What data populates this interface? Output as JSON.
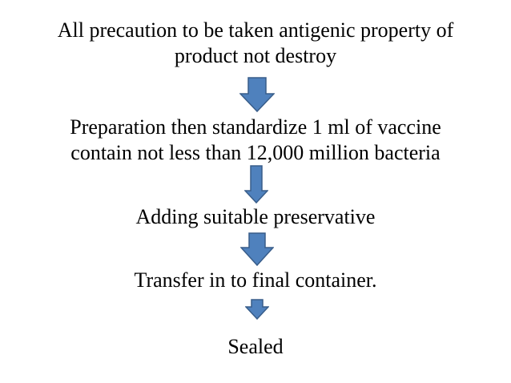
{
  "steps": [
    {
      "line1": "All precaution to be taken antigenic property of",
      "line2": "product not destroy"
    },
    {
      "line1": "Preparation then standardize 1 ml of vaccine",
      "line2": "contain not less than 12,000 million bacteria"
    },
    {
      "line1": "Adding suitable preservative"
    },
    {
      "line1": "Transfer in to final container."
    },
    {
      "line1": "Sealed"
    }
  ],
  "colors": {
    "arrow_fill": "#4f81bd",
    "arrow_stroke": "#385d8a",
    "text": "#000000"
  }
}
